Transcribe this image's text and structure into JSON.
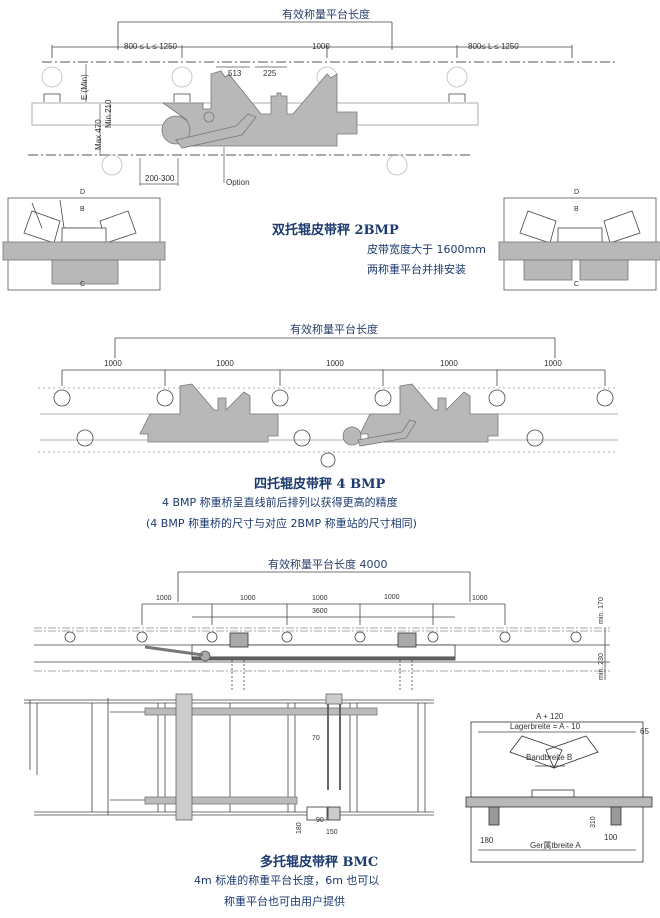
{
  "section_2bmp": {
    "span_title": "有效称量平台长度",
    "dims": {
      "left_span": "800 ≤ L ≤ 1250",
      "center_span": "1000",
      "right_span": "800≤ L ≤ 1250",
      "d513": "513",
      "d225": "225",
      "e_min": "E (Min)",
      "max470": "Max 470",
      "min210": "Min 210",
      "d200_300": "200-300",
      "option": "Option"
    },
    "cross_section_labels": {
      "D": "D",
      "B": "B",
      "C": "C"
    },
    "heading": "双托辊皮带秤 2BMP",
    "notes": [
      "皮带宽度大于 1600mm",
      "两称重平台并排安装"
    ]
  },
  "section_4bmp": {
    "span_title": "有效称量平台长度",
    "spans": [
      "1000",
      "1000",
      "1000",
      "1000",
      "1000"
    ],
    "heading": "四托辊皮带秤 4 BMP",
    "notes": [
      "4 BMP 称重桥呈直线前后排列以获得更高的精度",
      "(4 BMP 称重桥的尺寸与对应 2BMP 称重站的尺寸相同)"
    ]
  },
  "section_bmc": {
    "span_title": "有效称量平台长度 4000",
    "spans": [
      "1000",
      "1000",
      "1000",
      "1000",
      "1000"
    ],
    "inner_span": "3600",
    "min170": "min. 170",
    "min230": "min. 230",
    "d70": "70",
    "d90": "90",
    "d150": "150",
    "d180v": "180",
    "cross_section": {
      "a_plus": "A + 120",
      "lagerbreite": "Lagerbreite = A - 10",
      "d65": "65",
      "bandbreite": "Bandbreite B",
      "d180": "180",
      "d100": "100",
      "d310": "310",
      "geraet": "Ger属tbreite A"
    },
    "heading": "多托辊皮带秤 BMC",
    "notes": [
      "4m 标准的称重平台长度，6m 也可以",
      "称重平台也可由用户提供"
    ]
  }
}
